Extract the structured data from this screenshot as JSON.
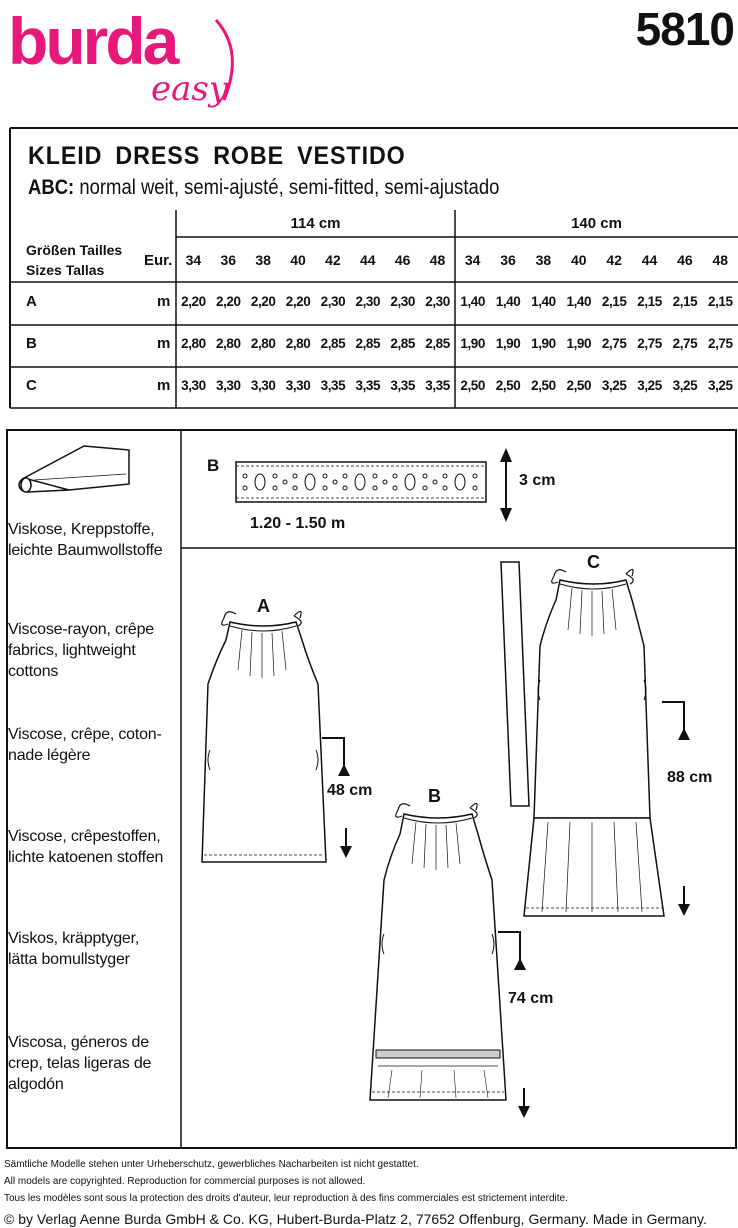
{
  "brand": {
    "name": "burda",
    "sub": "easy",
    "color": "#e6187a"
  },
  "pattern_number": "5810",
  "title": [
    "KLEID",
    "DRESS",
    "ROBE",
    "VESTIDO"
  ],
  "subtitle": {
    "bold": "ABC:",
    "text": " normal weit, semi-ajusté, semi-fitted, semi-ajustado"
  },
  "table": {
    "size_label_1": "Größen  Tailles",
    "size_label_2": "Sizes  Tallas",
    "eur_label": "Eur.",
    "widths": [
      "114 cm",
      "140 cm"
    ],
    "sizes": [
      "34",
      "36",
      "38",
      "40",
      "42",
      "44",
      "46",
      "48",
      "34",
      "36",
      "38",
      "40",
      "42",
      "44",
      "46",
      "48"
    ],
    "unit": "m",
    "rows": [
      {
        "label": "A",
        "values": [
          "2,20",
          "2,20",
          "2,20",
          "2,20",
          "2,30",
          "2,30",
          "2,30",
          "2,30",
          "1,40",
          "1,40",
          "1,40",
          "1,40",
          "2,15",
          "2,15",
          "2,15",
          "2,15"
        ]
      },
      {
        "label": "B",
        "values": [
          "2,80",
          "2,80",
          "2,80",
          "2,80",
          "2,85",
          "2,85",
          "2,85",
          "2,85",
          "1,90",
          "1,90",
          "1,90",
          "1,90",
          "2,75",
          "2,75",
          "2,75",
          "2,75"
        ]
      },
      {
        "label": "C",
        "values": [
          "3,30",
          "3,30",
          "3,30",
          "3,30",
          "3,35",
          "3,35",
          "3,35",
          "3,35",
          "2,50",
          "2,50",
          "2,50",
          "2,50",
          "3,25",
          "3,25",
          "3,25",
          "3,25"
        ]
      }
    ]
  },
  "fabrics": [
    "Viskose, Kreppstoffe, leichte Baumwollstoffe",
    "Viscose-rayon, crêpe fabrics, lightweight cottons",
    "Viscose, crêpe, coton-nade légère",
    "Viscose, crêpestoffen, lichte katoenen stoffen",
    "Viskos, kräpptyger, lätta bomullstyger",
    "Viscosa, géneros de crep, telas ligeras de algodón"
  ],
  "trim": {
    "label": "B",
    "width": "3 cm",
    "length": "1.20 - 1.50 m"
  },
  "figures": [
    {
      "label": "A",
      "length": "48 cm"
    },
    {
      "label": "B",
      "length": "74 cm"
    },
    {
      "label": "C",
      "length": "88 cm"
    }
  ],
  "footer": [
    "Sämtliche Modelle stehen unter Urheberschutz, gewerbliches Nacharbeiten ist nicht gestattet.",
    "All models are copyrighted. Reproduction for commercial purposes is not allowed.",
    "Tous les modèles sont sous la protection des droits d'auteur, leur reproduction à des fins commerciales est strictement interdite.",
    "© by Verlag Aenne Burda GmbH & Co. KG, Hubert-Burda-Platz 2, 77652 Offenburg, Germany. Made in Germany."
  ]
}
